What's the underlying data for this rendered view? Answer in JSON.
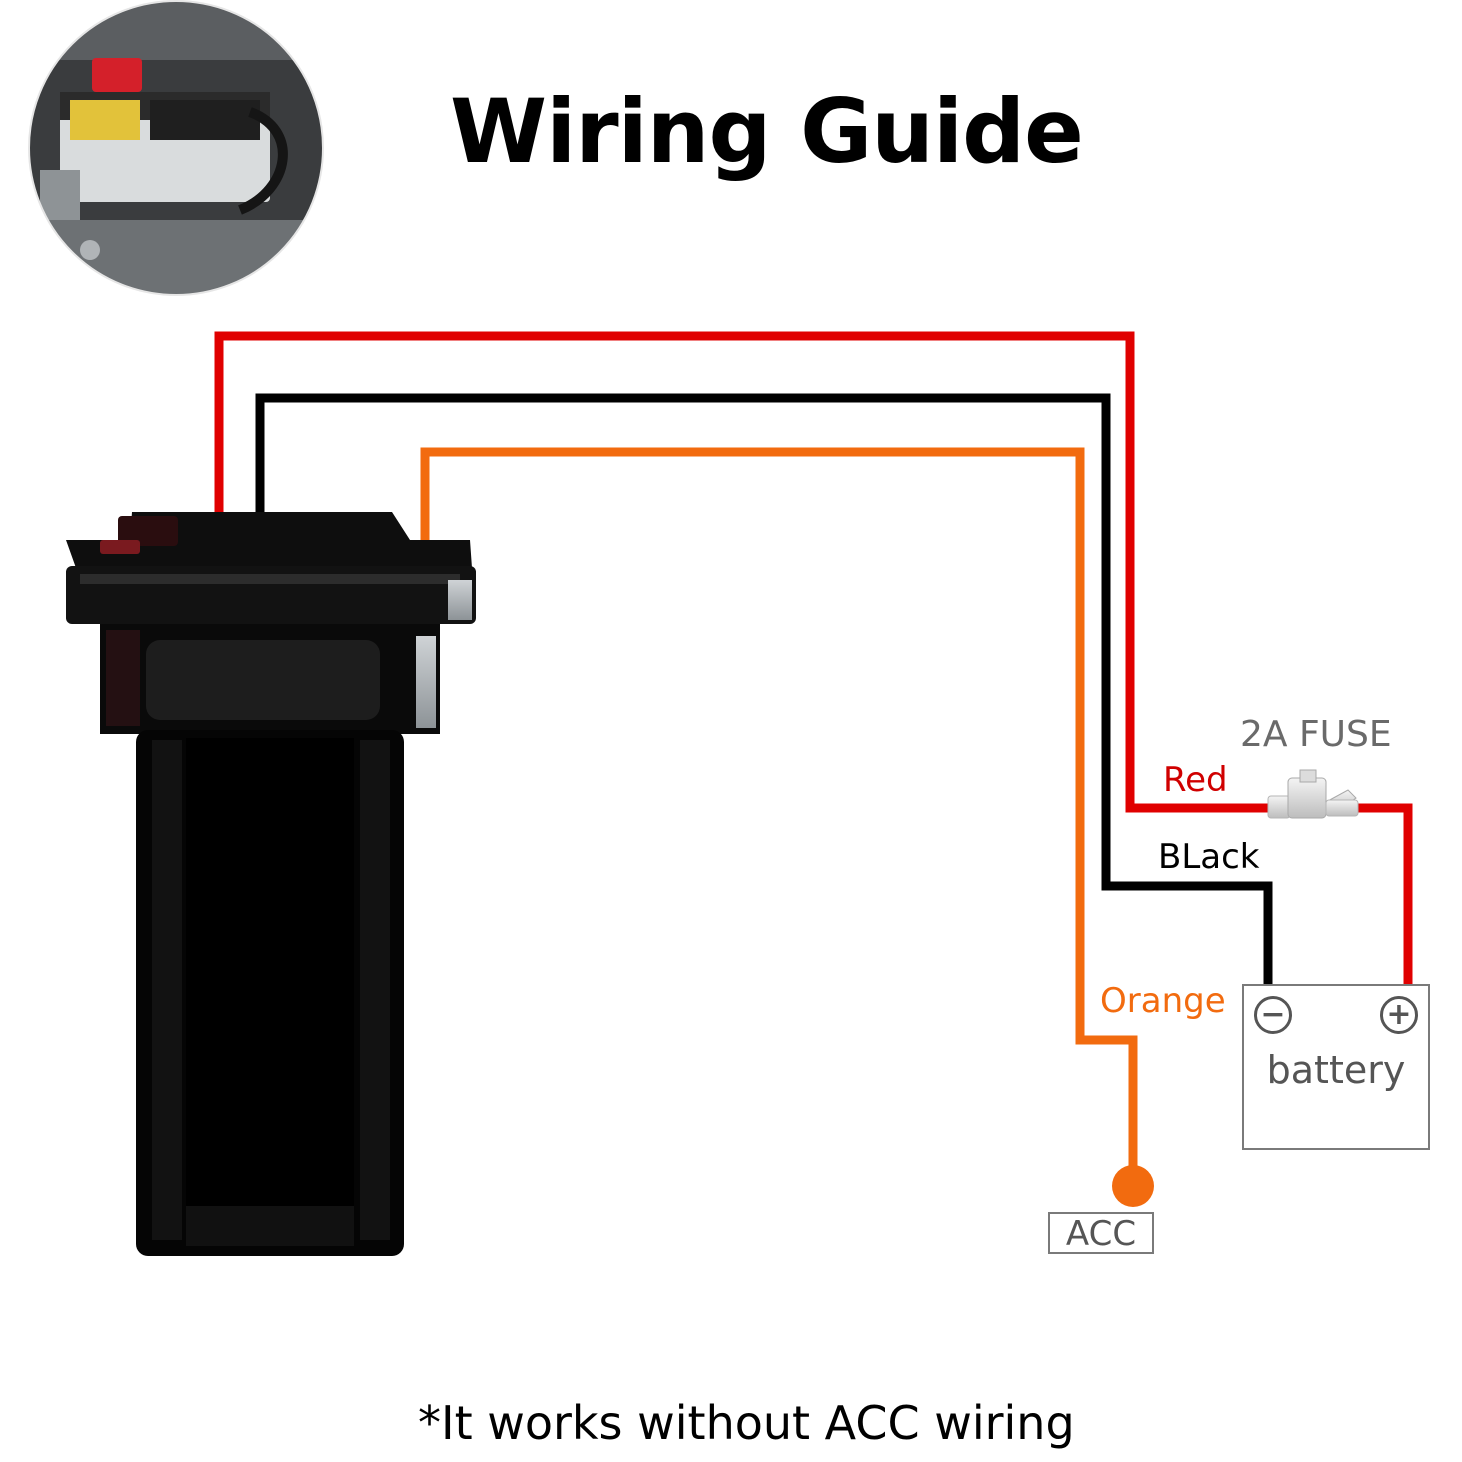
{
  "title": "Wiring Guide",
  "footnote": "*It works without ACC wiring",
  "wires": {
    "red": {
      "label": "Red",
      "color": "#e00000"
    },
    "black": {
      "label": "BLack",
      "color": "#000000"
    },
    "orange": {
      "label": "Orange",
      "color": "#f26b0f"
    }
  },
  "fuse": {
    "label": "2A FUSE"
  },
  "battery": {
    "label": "battery",
    "negative_symbol": "−",
    "positive_symbol": "+"
  },
  "acc": {
    "label": "ACC"
  },
  "icons": {
    "photo": "car-battery-photo-icon",
    "device": "gps-tracker-device-icon",
    "fuse": "blade-fuse-icon"
  }
}
